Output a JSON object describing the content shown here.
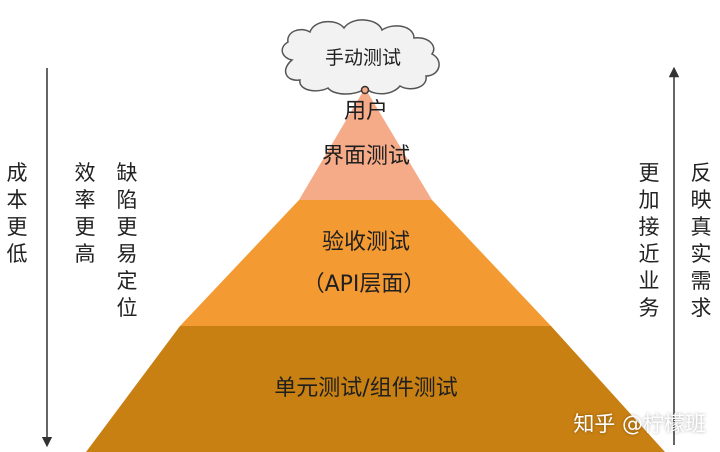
{
  "cloud_label": "手动测试",
  "pyramid": {
    "top": {
      "line1": "用户",
      "line2": "界面测试",
      "color": "#F5AA88"
    },
    "middle": {
      "line1": "验收测试",
      "line2": "（API层面）",
      "color": "#F39A33"
    },
    "bottom": {
      "line1": "单元测试/组件测试",
      "color": "#C98012"
    }
  },
  "left_notes": {
    "cost": "成本更低",
    "efficiency": "效率更高",
    "defect": "缺陷更易定位"
  },
  "right_notes": {
    "business": "更加接近业务",
    "reality": "反映真实需求"
  },
  "watermark": "知乎 @柠檬班",
  "colors": {
    "arrow": "#333333",
    "cloud_fill": "#F2F2F2",
    "cloud_stroke": "#555555"
  }
}
